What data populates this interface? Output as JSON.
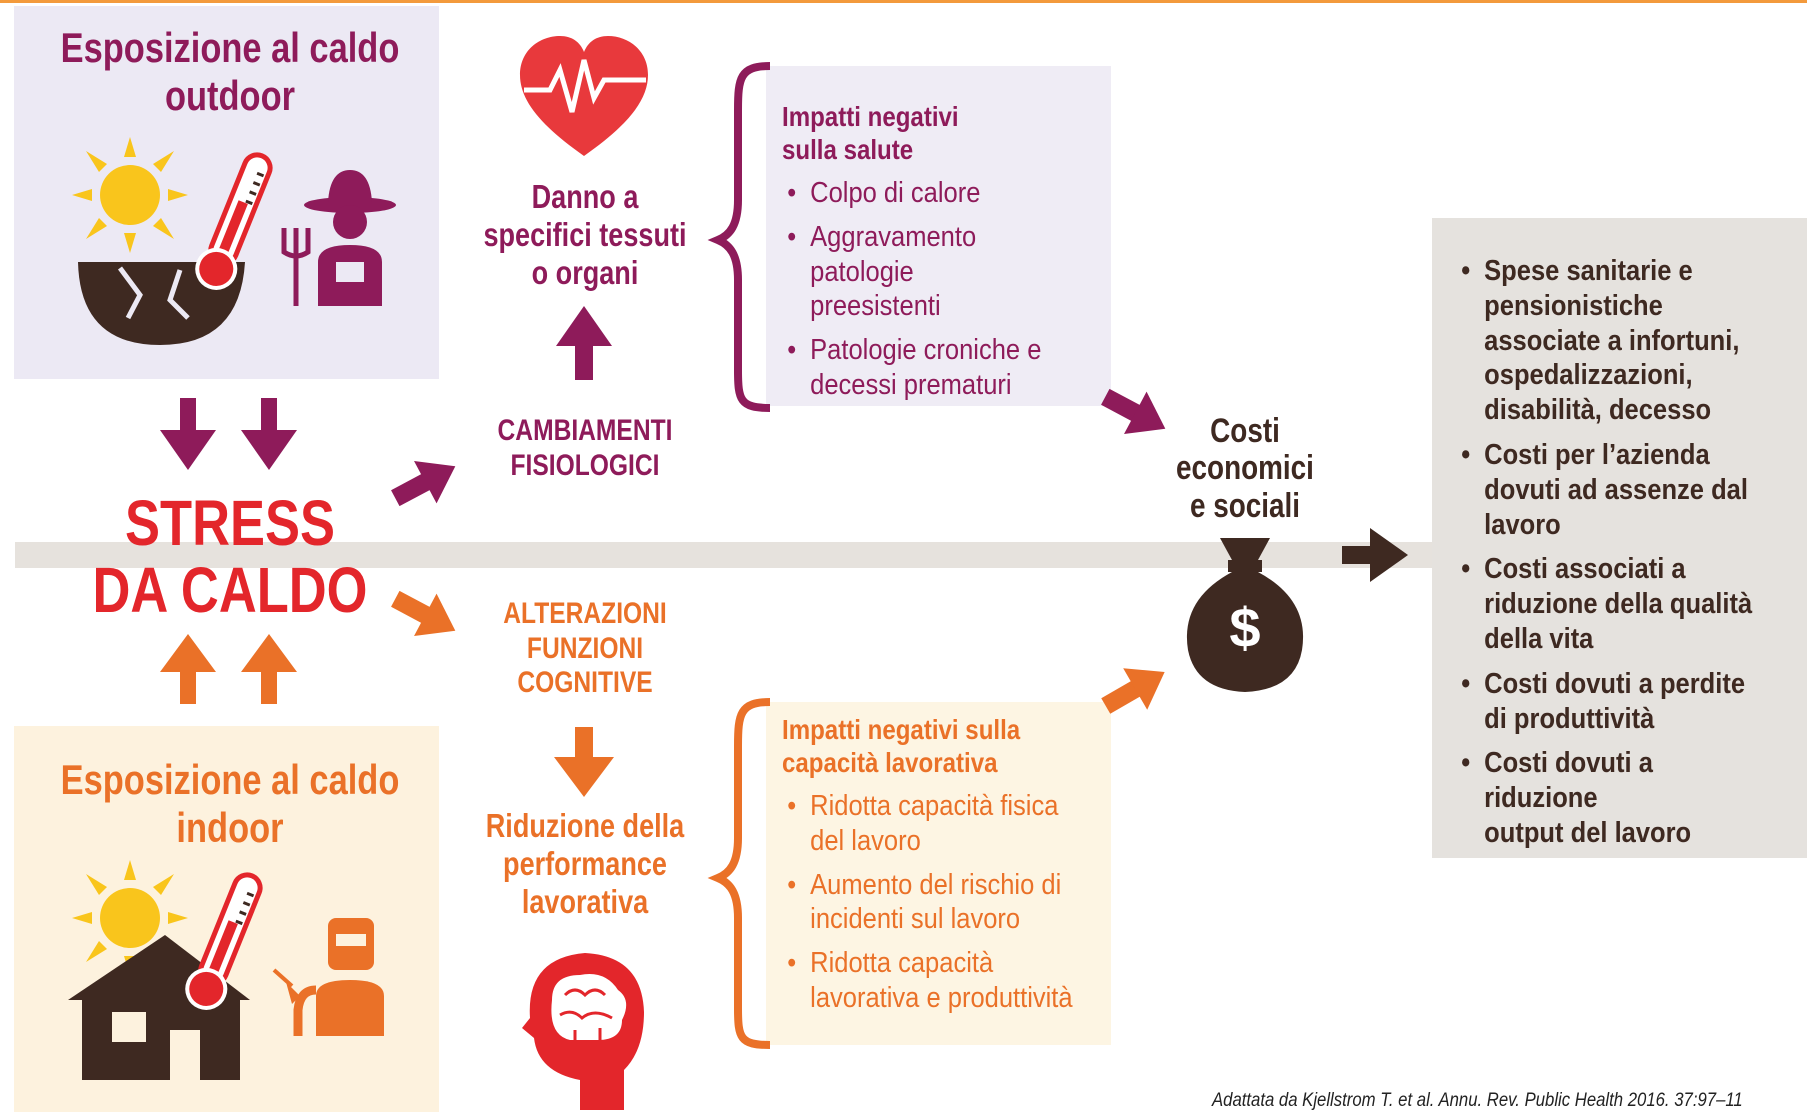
{
  "outdoor": {
    "title_line1": "Esposizione al caldo",
    "title_line2": "outdoor"
  },
  "indoor": {
    "title_line1": "Esposizione al caldo",
    "title_line2": "indoor"
  },
  "stress": {
    "line1": "STRESS",
    "line2": "DA CALDO"
  },
  "physiological": {
    "label_line1": "CAMBIAMENTI",
    "label_line2": "FISIOLOGICI",
    "damage_line1": "Danno a",
    "damage_line2": "specifici tessuti",
    "damage_line3": "o organi"
  },
  "cognitive": {
    "label_line1": "ALTERAZIONI",
    "label_line2": "FUNZIONI",
    "label_line3": "COGNITIVE",
    "perf_line1": "Riduzione della",
    "perf_line2": "performance",
    "perf_line3": "lavorativa"
  },
  "health_impacts": {
    "title_line1": "Impatti negativi",
    "title_line2": "sulla salute",
    "items": [
      {
        "l1": "Colpo di calore",
        "l2": ""
      },
      {
        "l1": "Aggravamento patologie",
        "l2": "preesistenti"
      },
      {
        "l1": "Patologie croniche e",
        "l2": "decessi prematuri"
      }
    ]
  },
  "work_impacts": {
    "title_line1": "Impatti negativi sulla",
    "title_line2": "capacità lavorativa",
    "items": [
      {
        "l1": "Ridotta capacità fisica",
        "l2": "del lavoro"
      },
      {
        "l1": "Aumento del rischio di",
        "l2": "incidenti sul lavoro"
      },
      {
        "l1": "Ridotta capacità",
        "l2": "lavorativa e produttività"
      }
    ]
  },
  "costs": {
    "label_line1": "Costi",
    "label_line2": "economici",
    "label_line3": "e sociali",
    "dollar": "$",
    "bullet": "•",
    "items": [
      {
        "l1": "Spese sanitarie e",
        "l2": "pensionistiche",
        "l3": "associate a infortuni,",
        "l4": "ospedalizzazioni,",
        "l5": "disabilità, decesso"
      },
      {
        "l1": "Costi per l’azienda",
        "l2": "dovuti ad assenze dal",
        "l3": "lavoro",
        "l4": "",
        "l5": ""
      },
      {
        "l1": "Costi associati a",
        "l2": "riduzione della qualità",
        "l3": "della vita",
        "l4": "",
        "l5": ""
      },
      {
        "l1": "Costi dovuti a perdite",
        "l2": "di produttività",
        "l3": "",
        "l4": "",
        "l5": ""
      },
      {
        "l1": "Costi dovuti a riduzione",
        "l2": "output del lavoro",
        "l3": "",
        "l4": "",
        "l5": ""
      }
    ]
  },
  "citation": "Adattata da Kjellstrom T. et al. Annu. Rev. Public Health 2016. 37:97–11",
  "colors": {
    "purple": "#8e1b5a",
    "orange": "#ea7128",
    "red": "#e3262b",
    "brown": "#3e2921",
    "heart": "#e8393c",
    "sun": "#f9c51c",
    "costs_bg": "#e5e2de"
  },
  "icons": [
    "sun-icon",
    "thermometer-icon",
    "cracked-earth-icon",
    "farmer-icon",
    "heart-pulse-icon",
    "house-icon",
    "welder-icon",
    "brain-head-icon",
    "money-bag-icon"
  ]
}
